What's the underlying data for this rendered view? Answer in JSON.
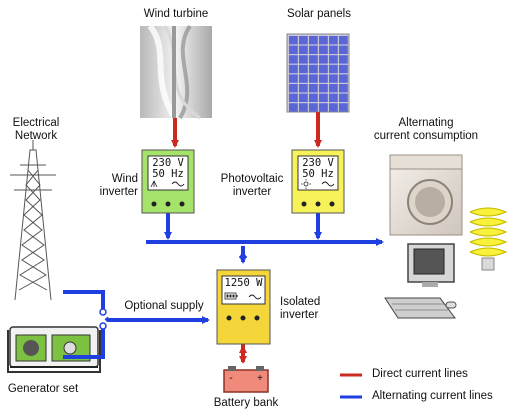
{
  "labels": {
    "wind_turbine": "Wind turbine",
    "solar_panels": "Solar panels",
    "electrical_network_line1": "Electrical",
    "electrical_network_line2": "Network",
    "ac_consumption_line1": "Alternating",
    "ac_consumption_line2": "current consumption",
    "wind_inverter_line1": "Wind",
    "wind_inverter_line2": "inverter",
    "pv_inverter_line1": "Photovoltaic",
    "pv_inverter_line2": "inverter",
    "optional_supply": "Optional supply",
    "isolated_inverter_line1": "Isolated",
    "isolated_inverter_line2": "inverter",
    "generator_set": "Generator set",
    "battery_bank": "Battery bank"
  },
  "wind_inverter_display": {
    "voltage": "230 V",
    "frequency": "50 Hz"
  },
  "pv_inverter_display": {
    "voltage": "230 V",
    "frequency": "50 Hz"
  },
  "isolated_inverter_display": {
    "power": "1250 W"
  },
  "battery_terminals": {
    "negative": "-",
    "positive": "+"
  },
  "legend": [
    {
      "label": "Direct current lines",
      "color": "#cc2a1e"
    },
    {
      "label": "Alternating current lines",
      "color": "#1f3fe0"
    }
  ],
  "colors": {
    "dc_line": "#cc2a1e",
    "ac_line": "#1f3fe0",
    "wind_inverter": "#a6e36a",
    "pv_inverter": "#f8f25a",
    "isolated_inverter": "#f5d63a"
  }
}
